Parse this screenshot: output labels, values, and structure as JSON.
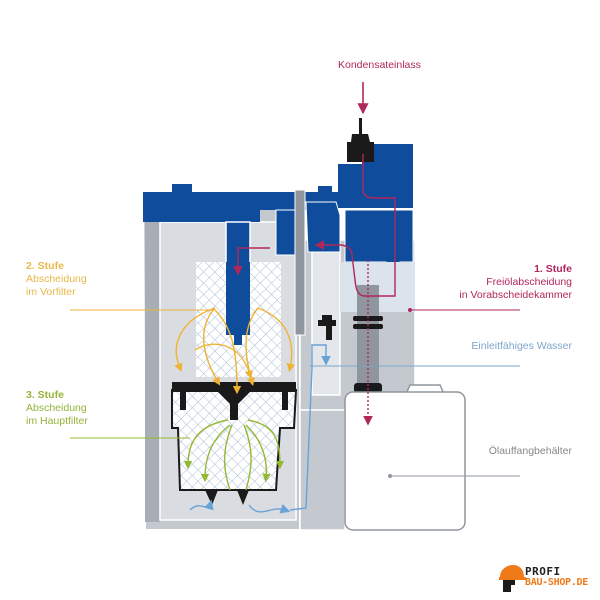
{
  "labels": {
    "inlet": "Kondensateinlass",
    "stage1": {
      "title": "1. Stufe",
      "line1": "Freiölabscheidung",
      "line2": "in Vorabscheidekammer"
    },
    "stage2": {
      "title": "2. Stufe",
      "line1": "Abscheidung",
      "line2": "im Vorfilter"
    },
    "stage3": {
      "title": "3. Stufe",
      "line1": "Abscheidung",
      "line2": "im Hauptfilter"
    },
    "water": "Einleitfähiges Wasser",
    "tank": "Ölauffangbehälter"
  },
  "logo": {
    "line1": "PROFI",
    "line2": "BAU-SHOP.DE",
    "icon": "hardhat-icon"
  },
  "colors": {
    "housing_blue": "#0f4c9c",
    "housing_grey": "#c4c9cf",
    "inner_grey": "#d9dde2",
    "dark_grey": "#8f969d",
    "stage1_red": "#b1275c",
    "stage2_yellow": "#efb234",
    "stage3_green": "#93b832",
    "water_blue": "#6aa2d6",
    "filter_black": "#1a1a1a"
  }
}
